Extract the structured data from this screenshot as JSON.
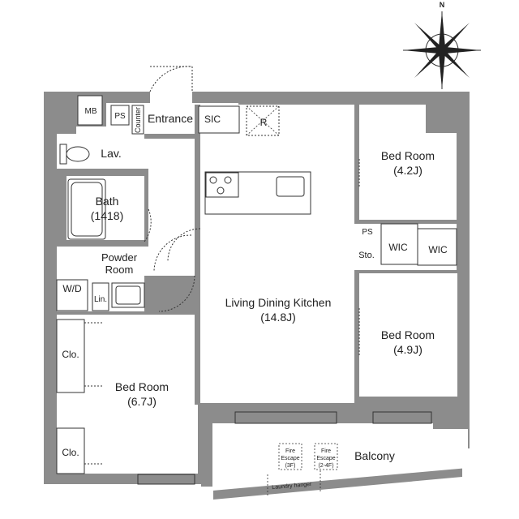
{
  "compass": {
    "north": "N"
  },
  "rooms": {
    "mb": "MB",
    "ps_top": "PS",
    "counter": "Counter",
    "entrance": "Entrance",
    "sic": "SIC",
    "r": "R",
    "lav": "Lav.",
    "bath": {
      "name": "Bath",
      "size": "(1418)"
    },
    "powder_room": {
      "line1": "Powder",
      "line2": "Room"
    },
    "wd": "W/D",
    "lin": "Lin.",
    "clo_upper": "Clo.",
    "clo_lower": "Clo.",
    "bed_left": {
      "name": "Bed Room",
      "size": "(6.7J)"
    },
    "ldk": {
      "name": "Living Dining Kitchen",
      "size": "(14.8J)"
    },
    "bed_top_right": {
      "name": "Bed Room",
      "size": "(4.2J)"
    },
    "bed_mid_right": {
      "name": "Bed Room",
      "size": "(4.9J)"
    },
    "ps_right": "PS",
    "sto": "Sto.",
    "wic_1": "WIC",
    "wic_2": "WIC",
    "balcony": "Balcony",
    "fire_escape_1": {
      "line1": "Fire",
      "line2": "Escape",
      "line3": "(3F)"
    },
    "fire_escape_2": {
      "line1": "Fire",
      "line2": "Escape",
      "line3": "(2-4F)"
    },
    "laundry_hanger": "Laundry hanger"
  }
}
